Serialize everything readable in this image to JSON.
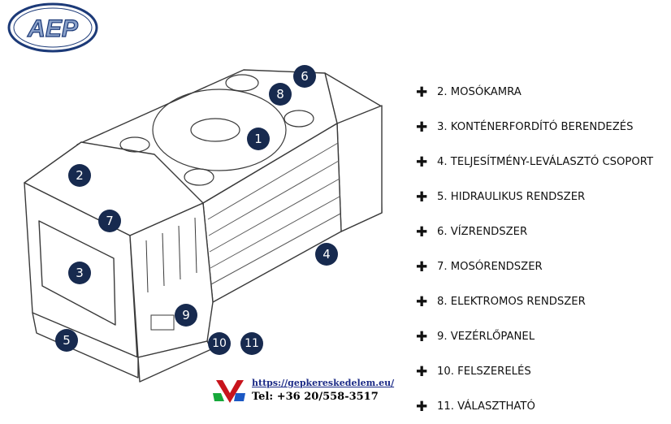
{
  "logo": {
    "text": "AEP",
    "icon": "aep-logo"
  },
  "markers": [
    {
      "id": "marker-1",
      "label": "1"
    },
    {
      "id": "marker-2",
      "label": "2"
    },
    {
      "id": "marker-3",
      "label": "3"
    },
    {
      "id": "marker-4",
      "label": "4"
    },
    {
      "id": "marker-5",
      "label": "5"
    },
    {
      "id": "marker-6",
      "label": "6"
    },
    {
      "id": "marker-7",
      "label": "7"
    },
    {
      "id": "marker-8",
      "label": "8"
    },
    {
      "id": "marker-9",
      "label": "9"
    },
    {
      "id": "marker-10",
      "label": "10"
    },
    {
      "id": "marker-11",
      "label": "11"
    }
  ],
  "legend": {
    "icon": "plus-icon",
    "items": [
      "2. MOSÓKAMRA",
      "3. KONTÉNERFORDÍTÓ BERENDEZÉS",
      "4. TELJESÍTMÉNY-LEVÁLASZTÓ CSOPORT",
      "5. HIDRAULIKUS RENDSZER",
      "6. VÍZRENDSZER",
      "7. MOSÓRENDSZER",
      "8. ELEKTROMOS RENDSZER",
      "9. VEZÉRLŐPANEL",
      "10. FELSZERELÉS",
      "11. VÁLASZTHATÓ"
    ]
  },
  "footer": {
    "url": "https://gepkereskedelem.eu/",
    "phone": "Tel: +36 20/558-3517",
    "icon": "brand-v-icon"
  },
  "colors": {
    "marker": "#172a4f",
    "logo_blue": "#1c3a78",
    "line": "#3a3a3a"
  }
}
